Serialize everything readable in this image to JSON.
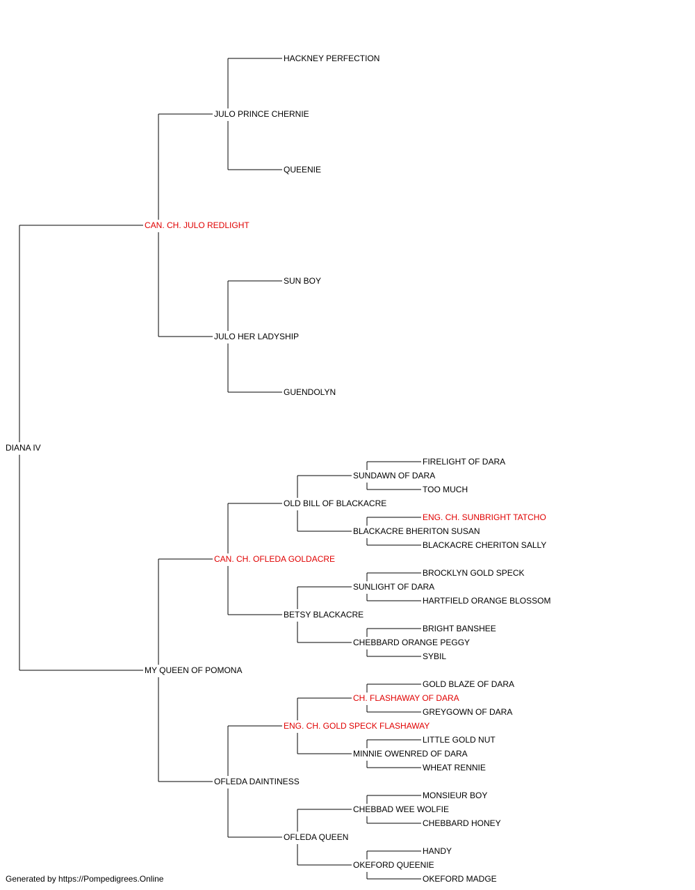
{
  "pedigree": {
    "name": "DIANA IV",
    "sire": {
      "name": "CAN. CH. JULO REDLIGHT",
      "champion": true,
      "sire": {
        "name": "JULO PRINCE CHERNIE",
        "sire": {
          "name": "HACKNEY PERFECTION"
        },
        "dam": {
          "name": "QUEENIE"
        }
      },
      "dam": {
        "name": "JULO HER LADYSHIP",
        "sire": {
          "name": "SUN BOY"
        },
        "dam": {
          "name": "GUENDOLYN"
        }
      }
    },
    "dam": {
      "name": "MY QUEEN OF POMONA",
      "sire": {
        "name": "CAN. CH. OFLEDA GOLDACRE",
        "champion": true,
        "sire": {
          "name": "OLD BILL OF BLACKACRE",
          "sire": {
            "name": "SUNDAWN OF DARA",
            "sire": {
              "name": "FIRELIGHT OF DARA"
            },
            "dam": {
              "name": "TOO MUCH"
            }
          },
          "dam": {
            "name": "BLACKACRE BHERITON SUSAN",
            "sire": {
              "name": "ENG. CH. SUNBRIGHT TATCHO",
              "champion": true
            },
            "dam": {
              "name": "BLACKACRE CHERITON SALLY"
            }
          }
        },
        "dam": {
          "name": "BETSY BLACKACRE",
          "sire": {
            "name": "SUNLIGHT OF DARA",
            "sire": {
              "name": "BROCKLYN GOLD SPECK"
            },
            "dam": {
              "name": "HARTFIELD ORANGE BLOSSOM"
            }
          },
          "dam": {
            "name": "CHEBBARD ORANGE PEGGY",
            "sire": {
              "name": "BRIGHT BANSHEE"
            },
            "dam": {
              "name": "SYBIL"
            }
          }
        }
      },
      "dam": {
        "name": "OFLEDA DAINTINESS",
        "sire": {
          "name": "ENG. CH. GOLD SPECK FLASHAWAY",
          "champion": true,
          "sire": {
            "name": "CH. FLASHAWAY OF DARA",
            "champion": true,
            "sire": {
              "name": "GOLD BLAZE OF DARA"
            },
            "dam": {
              "name": "GREYGOWN OF DARA"
            }
          },
          "dam": {
            "name": "MINNIE OWENRED OF DARA",
            "sire": {
              "name": "LITTLE GOLD NUT"
            },
            "dam": {
              "name": "WHEAT RENNIE"
            }
          }
        },
        "dam": {
          "name": "OFLEDA QUEEN",
          "sire": {
            "name": "CHEBBAD WEE WOLFIE",
            "sire": {
              "name": "MONSIEUR BOY"
            },
            "dam": {
              "name": "CHEBBARD HONEY"
            }
          },
          "dam": {
            "name": "OKEFORD QUEENIE",
            "sire": {
              "name": "HANDY"
            },
            "dam": {
              "name": "OKEFORD MADGE"
            }
          }
        }
      }
    }
  },
  "colors": {
    "normal": "#000000",
    "champion": "#e00000",
    "line": "#000000"
  },
  "footer": {
    "text": "Generated by https://Pompedigrees.Online"
  }
}
